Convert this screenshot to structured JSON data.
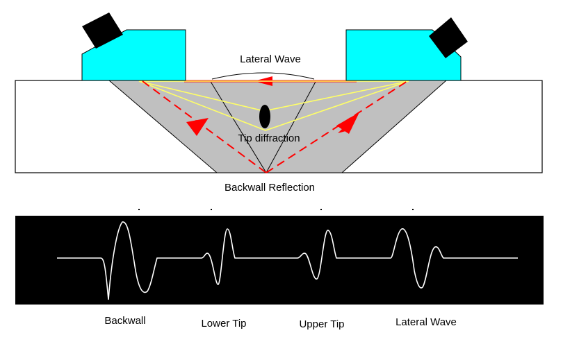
{
  "diagram": {
    "labels": {
      "lateral_wave": "Lateral Wave",
      "tip_diffraction": "Tip diffraction",
      "backwall_reflection": "Backwall Reflection"
    },
    "signal_labels": {
      "backwall": "Backwall",
      "lower_tip": "Lower Tip",
      "upper_tip": "Upper Tip",
      "lateral_wave": "Lateral Wave"
    },
    "colors": {
      "probe": "#00ffff",
      "probe_element": "#000000",
      "beam": "#c0c0c0",
      "lateral_ray": "#ff0000",
      "diffraction_rays": "#ffff66",
      "backwall_rays": "#ff0000",
      "defect": "#000000",
      "scope_background": "#000000",
      "trace": "#ffffff"
    }
  }
}
